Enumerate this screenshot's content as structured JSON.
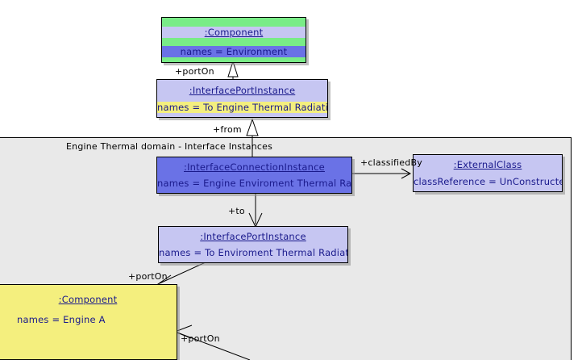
{
  "diagram": {
    "type": "uml-object-diagram",
    "domain_region": {
      "label": "Engine Thermal domain - Interface Instances"
    },
    "nodes": [
      {
        "id": "component-environment",
        "title": ":Component",
        "attribute": "names = Environment",
        "fill": "#79ec87"
      },
      {
        "id": "port-to-engine-thermal-radiation",
        "title": ":InterfacePortInstance",
        "attribute": "names = To Engine Thermal Radiation",
        "fill": "#c6c6f2"
      },
      {
        "id": "interface-connection-instance",
        "title": ":InterfaceConnectionInstance",
        "attribute": "names = Engine Enviroment Thermal Radiation",
        "fill": "#6a72e6"
      },
      {
        "id": "external-class",
        "title": ":ExternalClass",
        "attribute": "classReference = UnConstructed",
        "fill": "#c6c6f2"
      },
      {
        "id": "port-to-enviroment-thermal-radiation",
        "title": ":InterfacePortInstance",
        "attribute": "names = To Enviroment Thermal Radiation",
        "fill": "#c6c6f2"
      },
      {
        "id": "component-engine-a",
        "title": ":Component",
        "attribute": "names = Engine A",
        "fill": "#f4ef7e"
      }
    ],
    "edges": [
      {
        "id": "port-on-environment",
        "label": "+portOn"
      },
      {
        "id": "from-port",
        "label": "+from"
      },
      {
        "id": "classified-by",
        "label": "+classifiedBy"
      },
      {
        "id": "to-port",
        "label": "+to"
      },
      {
        "id": "port-on-engine-a-upper",
        "label": "+portOn"
      },
      {
        "id": "port-on-engine-a-lower",
        "label": "+portOn"
      }
    ]
  }
}
